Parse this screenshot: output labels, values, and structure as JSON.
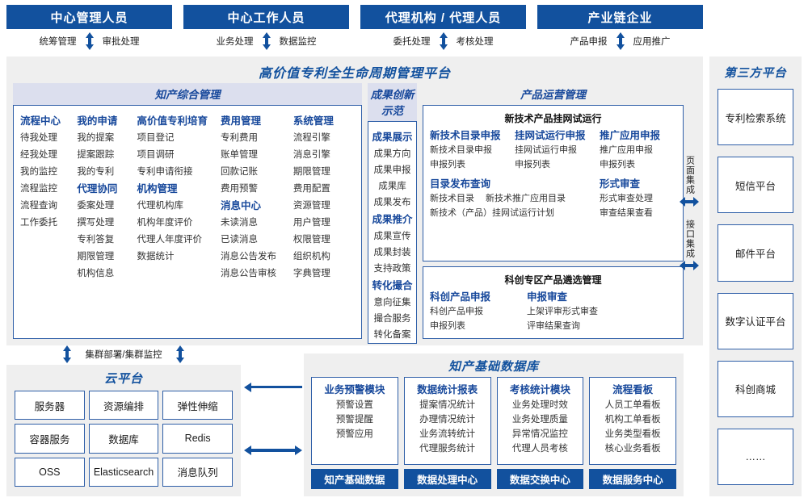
{
  "roles": [
    {
      "title": "中心管理人员",
      "left": "统筹管理",
      "right": "审批处理"
    },
    {
      "title": "中心工作人员",
      "left": "业务处理",
      "right": "数据监控"
    },
    {
      "title": "代理机构 / 代理人员",
      "left": "委托处理",
      "right": "考核处理"
    },
    {
      "title": "产业链企业",
      "left": "产品申报",
      "right": "应用推广"
    }
  ],
  "platform": {
    "title": "高价值专利全生命周期管理平台",
    "sections": {
      "zhichan": {
        "title": "知产综合管理",
        "columns": [
          {
            "groups": [
              {
                "head": "流程中心",
                "items": [
                  "待我处理",
                  "经我处理",
                  "我的监控",
                  "流程监控",
                  "流程查询",
                  "工作委托"
                ]
              }
            ]
          },
          {
            "groups": [
              {
                "head": "我的申请",
                "items": [
                  "我的提案",
                  "提案跟踪",
                  "我的专利"
                ]
              },
              {
                "head": "代理协同",
                "items": [
                  "委案处理",
                  "撰写处理",
                  "专利答复",
                  "期限管理",
                  "机构信息"
                ]
              }
            ]
          },
          {
            "groups": [
              {
                "head": "高价值专利培育",
                "items": [
                  "项目登记",
                  "项目调研",
                  "专利申请衔接"
                ]
              },
              {
                "head": "机构管理",
                "items": [
                  "代理机构库",
                  "机构年度评价",
                  "代理人年度评价",
                  "数据统计"
                ]
              }
            ]
          },
          {
            "groups": [
              {
                "head": "费用管理",
                "items": [
                  "专利费用",
                  "账单管理",
                  "回款记账",
                  "费用预警"
                ]
              },
              {
                "head": "消息中心",
                "items": [
                  "未读消息",
                  "已读消息",
                  "消息公告发布",
                  "消息公告审核"
                ]
              }
            ]
          },
          {
            "groups": [
              {
                "head": "系统管理",
                "items": [
                  "流程引擎",
                  "消息引擎",
                  "期限管理",
                  "费用配置",
                  "资源管理",
                  "用户管理",
                  "权限管理",
                  "组织机构",
                  "字典管理"
                ]
              }
            ]
          }
        ]
      },
      "chengguo": {
        "title": "成果创新示范",
        "groups": [
          {
            "head": "成果展示",
            "items": [
              "成果方向",
              "成果申报",
              "成果库",
              "成果发布"
            ]
          },
          {
            "head": "成果推介",
            "items": [
              "成果宣传",
              "成果封装",
              "支持政策"
            ]
          },
          {
            "head": "转化撮合",
            "items": [
              "意向征集",
              "撮合服务",
              "转化备案"
            ]
          }
        ]
      },
      "chanpin": {
        "title": "产品运营管理",
        "boxes": [
          {
            "title": "新技术产品挂网试运行",
            "row1": [
              {
                "head": "新技术目录申报",
                "items": [
                  "新技术目录申报",
                  "申报列表"
                ]
              },
              {
                "head": "挂网试运行申报",
                "items": [
                  "挂网试运行申报",
                  "申报列表"
                ]
              },
              {
                "head": "推广应用申报",
                "items": [
                  "推广应用申报",
                  "申报列表"
                ]
              }
            ],
            "row2": [
              {
                "head": "目录发布查询",
                "inline": [
                  "新技术目录",
                  "新技术推广应用目录"
                ],
                "items": [
                  "新技术（产品）挂网试运行计划"
                ]
              },
              {
                "head": "形式审查",
                "items": [
                  "形式审查处理",
                  "审查结果查看"
                ]
              }
            ]
          },
          {
            "title": "科创专区产品遴选管理",
            "row1": [
              {
                "head": "科创产品申报",
                "items": [
                  "科创产品申报",
                  "申报列表"
                ]
              },
              {
                "head": "申报审查",
                "items": [
                  "上架评审形式审查",
                  "评审结果查询"
                ]
              }
            ]
          }
        ]
      }
    },
    "integration": [
      {
        "label": "页面集成"
      },
      {
        "label": "接口集成"
      }
    ]
  },
  "third_party": {
    "title": "第三方平台",
    "items": [
      "专利检索系统",
      "短信平台",
      "邮件平台",
      "数字认证平台",
      "科创商城",
      "……"
    ]
  },
  "cloud": {
    "cluster_label": "集群部署/集群监控",
    "title": "云平台",
    "cells": [
      "服务器",
      "资源编排",
      "弹性伸缩",
      "容器服务",
      "数据库",
      "Redis",
      "OSS",
      "Elasticsearch",
      "消息队列"
    ]
  },
  "database": {
    "title": "知产基础数据库",
    "columns": [
      {
        "head": "业务预警模块",
        "items": [
          "预警设置",
          "预警提醒",
          "预警应用"
        ],
        "footer": "知产基础数据"
      },
      {
        "head": "数据统计报表",
        "items": [
          "提案情况统计",
          "办理情况统计",
          "业务流转统计",
          "代理服务统计"
        ],
        "footer": "数据处理中心"
      },
      {
        "head": "考核统计模块",
        "items": [
          "业务处理时效",
          "业务处理质量",
          "异常情况监控",
          "代理人员考核"
        ],
        "footer": "数据交换中心"
      },
      {
        "head": "流程看板",
        "items": [
          "人员工单看板",
          "机构工单看板",
          "业务类型看板",
          "核心业务看板"
        ],
        "footer": "数据服务中心"
      }
    ]
  },
  "colors": {
    "brand": "#12519e",
    "accent": "#17489b",
    "panel": "#efefef",
    "lavender": "#dcdfee"
  }
}
